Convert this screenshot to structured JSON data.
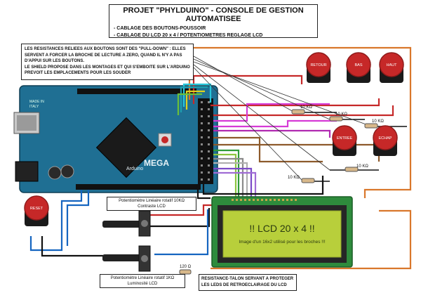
{
  "title": {
    "main": "PROJET \"PHYLDUINO\" - CONSOLE DE GESTION AUTOMATISEE",
    "line1": "- CABLAGE DES BOUTONS-POUSSOIR",
    "line2": "- CABLAGE DU LCD 20 x 4 / POTENTIOMETRES REGLAGE LCD"
  },
  "note": {
    "text1": "LES RESISTANCES RELIEES AUX BOUTONS SONT DES \"PULL-DOWN\" : ELLES SERVENT A FORCER LA BROCHE DE LECTURE A ZERO, QUAND IL N'Y A PAS D'APPUI SUR LES BOUTONS.",
    "text2": "LE SHIELD PROPOSE DANS LES MONTAGES ET QUI S'EMBOITE SUR L'ARDUINO PREVOIT LES EMPLACEMENTS POUR LES SOUDER"
  },
  "buttons": {
    "retour": "RETOUR",
    "bas": "BAS",
    "haut": "HAUT",
    "entree": "ENTREE",
    "echap": "ECHAP",
    "reset": "RESET"
  },
  "resistors": {
    "r1": "10 KΩ",
    "r2": "10 KΩ",
    "r3": "10 KΩ",
    "r4": "10 KΩ",
    "r5": "10 KΩ",
    "r6": "120 Ω"
  },
  "pot1": {
    "line1": "Potentiomètre Linéaire rotatif 10KΩ",
    "line2": "Contraste LCD"
  },
  "pot2": {
    "line1": "Potentiomètre Linéaire rotatif 1KΩ",
    "line2": "Luminosité LCD"
  },
  "callout": {
    "line1": "RESISTANCE-TALON SERVANT A PROTEGER",
    "line2": "LES LEDS DE RETROECLAIRAGE DU LCD"
  },
  "lcd": {
    "line1": "!! LCD 20 x 4 !!",
    "line2": "Image d'un 16x2 utilisé pour les broches !!!"
  },
  "board": {
    "name": "MEGA",
    "brand": "Arduino",
    "made_in": "MADE IN",
    "italy": "ITALY"
  }
}
